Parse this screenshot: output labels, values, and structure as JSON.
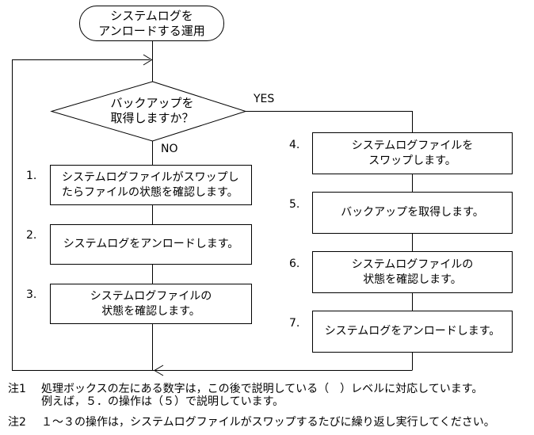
{
  "colors": {
    "line": "#000000",
    "background": "#ffffff",
    "text": "#000000"
  },
  "terminal": {
    "line1": "システムログを",
    "line2": "アンロードする運用"
  },
  "decision": {
    "line1": "バックアップを",
    "line2": "取得しますか？",
    "yes_label": "YES",
    "no_label": "NO"
  },
  "left_steps": [
    {
      "number": "1.",
      "line1": "システムログファイルがスワップし",
      "line2": "たらファイルの状態を確認します。"
    },
    {
      "number": "2.",
      "line1": "システムログをアンロードします。"
    },
    {
      "number": "3.",
      "line1": "システムログファイルの",
      "line2": "状態を確認します。"
    }
  ],
  "right_steps": [
    {
      "number": "4.",
      "line1": "システムログファイルを",
      "line2": "スワップします。"
    },
    {
      "number": "5.",
      "line1": "バックアップを取得します。"
    },
    {
      "number": "6.",
      "line1": "システムログファイルの",
      "line2": "状態を確認します。"
    },
    {
      "number": "7.",
      "line1": "システムログをアンロードします。"
    }
  ],
  "notes": [
    {
      "label": "注1",
      "line1": "処理ボックスの左にある数字は，この後で説明している（　）レベルに対応しています。",
      "line2": "例えば，５．の操作は（５）で説明しています。"
    },
    {
      "label": "注2",
      "line1": "１～３の操作は，システムログファイルがスワップするたびに繰り返し実行してください。"
    }
  ]
}
